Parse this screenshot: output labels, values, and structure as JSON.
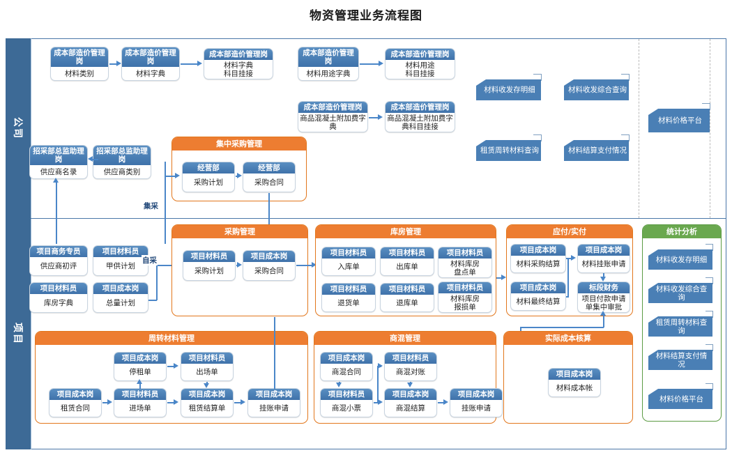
{
  "page": {
    "title": "物资管理业务流程图",
    "accent_orange": "#ed7d31",
    "accent_green": "#6aa84f",
    "accent_blue": "#4a7fb5",
    "connector_blue": "#4a86c8",
    "lane_blue": "#3d6a96"
  },
  "lanes": [
    {
      "id": "company",
      "label": "公司"
    },
    {
      "id": "project",
      "label": "项目"
    }
  ],
  "flow_labels": {
    "centralized": "集采",
    "self_purchase": "自采"
  },
  "company_lane": {
    "dictionary_row": [
      {
        "role": "成本部造价管理岗",
        "doc": "材料类别"
      },
      {
        "role": "成本部造价管理岗",
        "doc": "材料字典"
      },
      {
        "role": "成本部造价管理岗",
        "doc": "材料字典\n科目挂接"
      },
      {
        "role": "成本部造价管理岗",
        "doc": "材料用途字典"
      },
      {
        "role": "成本部造价管理岗",
        "doc": "材料用途\n科目挂接"
      }
    ],
    "concrete_row": [
      {
        "role": "成本部造价管理岗",
        "doc": "商品混凝土附加费字典"
      },
      {
        "role": "成本部造价管理岗",
        "doc": "商品混凝土附加费字典科目挂接"
      }
    ],
    "supplier_row": [
      {
        "role": "招采部总监助理岗",
        "doc": "供应商名录"
      },
      {
        "role": "招采部总监助理岗",
        "doc": "供应商类别"
      }
    ],
    "reports": [
      "材料收发存明细",
      "材料收发综合查询",
      "租赁周转材料查询",
      "材料结算支付情况"
    ],
    "platform": "材料价格平台",
    "central_purchase_panel": {
      "title": "集中采购管理",
      "nodes": [
        {
          "role": "经营部",
          "doc": "采购计划"
        },
        {
          "role": "经营部",
          "doc": "采购合同"
        }
      ]
    }
  },
  "project_lane": {
    "left_nodes": [
      {
        "role": "项目商务专员",
        "doc": "供应商初评"
      },
      {
        "role": "项目材料员",
        "doc": "甲供计划"
      },
      {
        "role": "项目材料员",
        "doc": "库房字典"
      },
      {
        "role": "项目成本岗",
        "doc": "总量计划"
      }
    ],
    "panels": [
      {
        "id": "purchase",
        "title": "采购管理",
        "nodes": [
          {
            "role": "项目材料员",
            "doc": "采购计划"
          },
          {
            "role": "项目成本岗",
            "doc": "采购合同"
          }
        ]
      },
      {
        "id": "warehouse",
        "title": "库房管理",
        "nodes": [
          {
            "role": "项目材料员",
            "doc": "入库单"
          },
          {
            "role": "项目材料员",
            "doc": "出库单"
          },
          {
            "role": "项目材料员",
            "doc": "材料库房\n盘点单"
          },
          {
            "role": "项目材料员",
            "doc": "退货单"
          },
          {
            "role": "项目材料员",
            "doc": "退库单"
          },
          {
            "role": "项目材料员",
            "doc": "材料库房\n报损单"
          }
        ]
      },
      {
        "id": "payable",
        "title": "应付/实付",
        "nodes": [
          {
            "role": "项目成本岗",
            "doc": "材料采购结算"
          },
          {
            "role": "项目成本岗",
            "doc": "材料挂账申请"
          },
          {
            "role": "项目成本岗",
            "doc": "材料最终结算"
          },
          {
            "role": "标段财务",
            "doc": "项目付款申请单集中审批"
          }
        ]
      },
      {
        "id": "turnover",
        "title": "周转材料管理",
        "nodes": [
          {
            "role": "项目成本岗",
            "doc": "停租单"
          },
          {
            "role": "项目材料员",
            "doc": "出场单"
          },
          {
            "role": "项目成本岗",
            "doc": "租赁合同"
          },
          {
            "role": "项目材料员",
            "doc": "进场单"
          },
          {
            "role": "项目成本岗",
            "doc": "租赁结算单"
          },
          {
            "role": "项目成本岗",
            "doc": "挂账申请"
          }
        ]
      },
      {
        "id": "concrete",
        "title": "商混管理",
        "nodes": [
          {
            "role": "项目成本岗",
            "doc": "商混合同"
          },
          {
            "role": "项目材料员",
            "doc": "商混对账"
          },
          {
            "role": "项目材料员",
            "doc": "商混小票"
          },
          {
            "role": "项目成本岗",
            "doc": "商混结算"
          },
          {
            "role": "项目成本岗",
            "doc": "挂账申请"
          }
        ]
      },
      {
        "id": "actualcost",
        "title": "实际成本核算",
        "nodes": [
          {
            "role": "项目成本岗",
            "doc": "材料成本帐"
          }
        ]
      }
    ],
    "stat_panel": {
      "title": "统计分析",
      "items": [
        "材料收发存明细",
        "材料收发综合查询",
        "租赁周转材料查询",
        "材料结算支付情况",
        "材料价格平台"
      ]
    }
  }
}
